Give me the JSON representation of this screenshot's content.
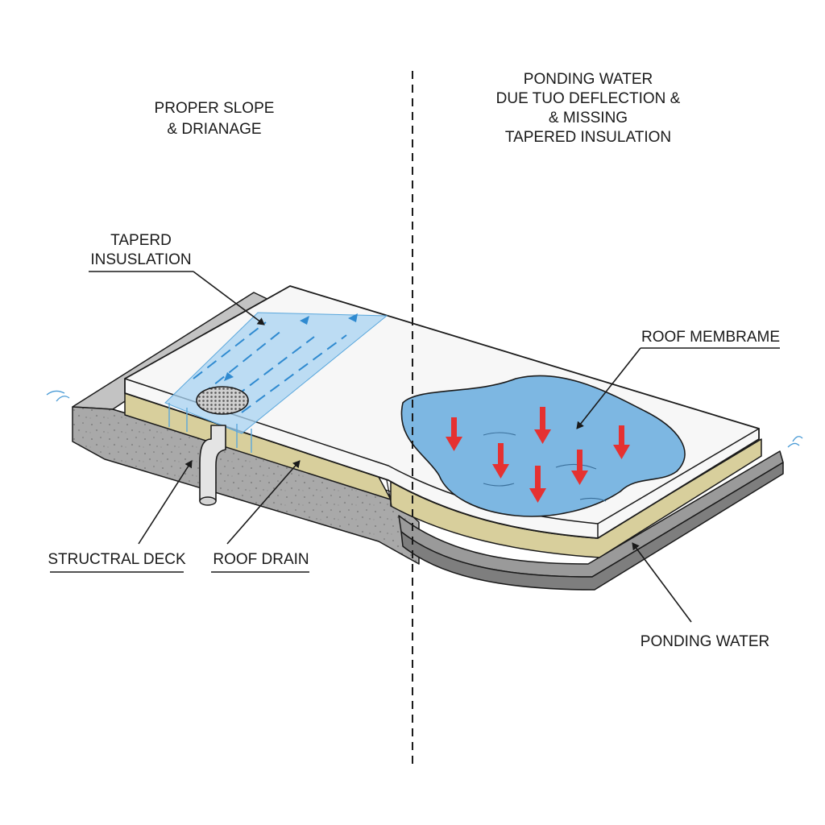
{
  "colors": {
    "concrete": "#a9a9a9",
    "concrete_top": "#c3c3c3",
    "insulation": "#d8cf9c",
    "membrane": "#f7f7f7",
    "water": "#7db7e2",
    "flow_band": "#a8d3f2",
    "flow_arrow": "#2f8ad0",
    "load_arrow": "#e53131",
    "ink": "#1a1a1a"
  },
  "left_heading": {
    "line1": "PROPER SLOPE",
    "line2": "& DRIANAGE"
  },
  "right_heading": {
    "line1": "PONDING WATER",
    "line2": "DUE TUO DEFLECTION &",
    "line3": "& MISSING",
    "line4": "TAPERED INSULATION"
  },
  "labels": {
    "tapered_insulation_line1": "TAPERD",
    "tapered_insulation_line2": "INSUSLATION",
    "roof_membrane": "ROOF MEMBRAME",
    "structural_deck": "STRUCTRAL DECK",
    "roof_drain": "ROOF DRAIN",
    "ponding_water": "PONDING WATER"
  },
  "icons": {
    "drain": "drain-grate-icon",
    "flow": "flow-arrow-icon",
    "load": "load-arrow-icon"
  }
}
